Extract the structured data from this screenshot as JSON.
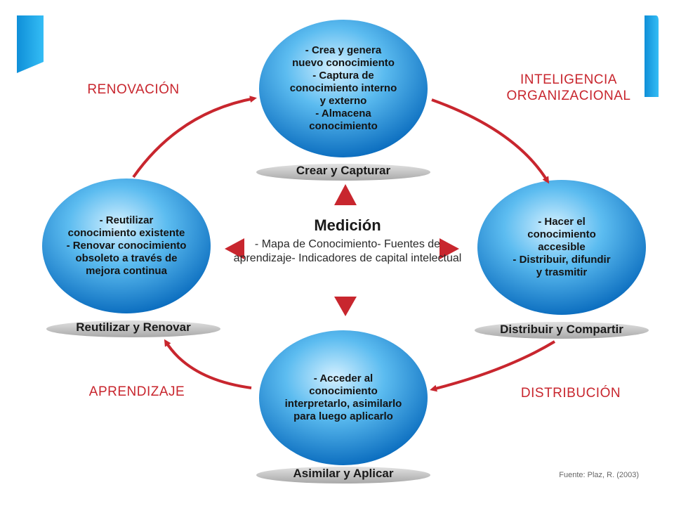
{
  "colors": {
    "arrow_red": "#c8262e",
    "ellipse_light": "#bfe6fb",
    "ellipse_mid": "#3aa9e8",
    "ellipse_dark": "#0d6fc0",
    "shadow": "#b8b8b8",
    "slide_accent": "#12a3e6"
  },
  "nodes": {
    "top": {
      "lines": [
        "- Crea y genera",
        "nuevo conocimiento",
        "- Captura de",
        "conocimiento interno",
        "y externo",
        "- Almacena",
        "conocimiento"
      ],
      "phase": "Crear y Capturar"
    },
    "left": {
      "lines": [
        "- Reutilizar",
        "conocimiento existente",
        "- Renovar conocimiento",
        "obsoleto a través de",
        "mejora continua"
      ],
      "phase": "Reutilizar y Renovar"
    },
    "right": {
      "lines": [
        "- Hacer el",
        "conocimiento",
        "accesible",
        "- Distribuir, difundir",
        "y trasmitir"
      ],
      "phase": "Distribuir y Compartir"
    },
    "bottom": {
      "lines": [
        "- Acceder al",
        "conocimiento",
        "interpretarlo, asimilarlo",
        "para luego aplicarlo"
      ],
      "phase": "Asimilar y Aplicar"
    }
  },
  "stages": {
    "renovacion": "RENOVACIÓN",
    "inteligencia": [
      "INTELIGENCIA",
      "ORGANIZACIONAL"
    ],
    "aprendizaje": "APRENDIZAJE",
    "distribucion": "DISTRIBUCIÓN"
  },
  "center": {
    "title": "Medición",
    "items": [
      "- Mapa de Conocimiento",
      "- Fuentes de aprendizaje",
      "- Indicadores de capital intelectual"
    ]
  },
  "source": "Fuente: Plaz, R. (2003)"
}
